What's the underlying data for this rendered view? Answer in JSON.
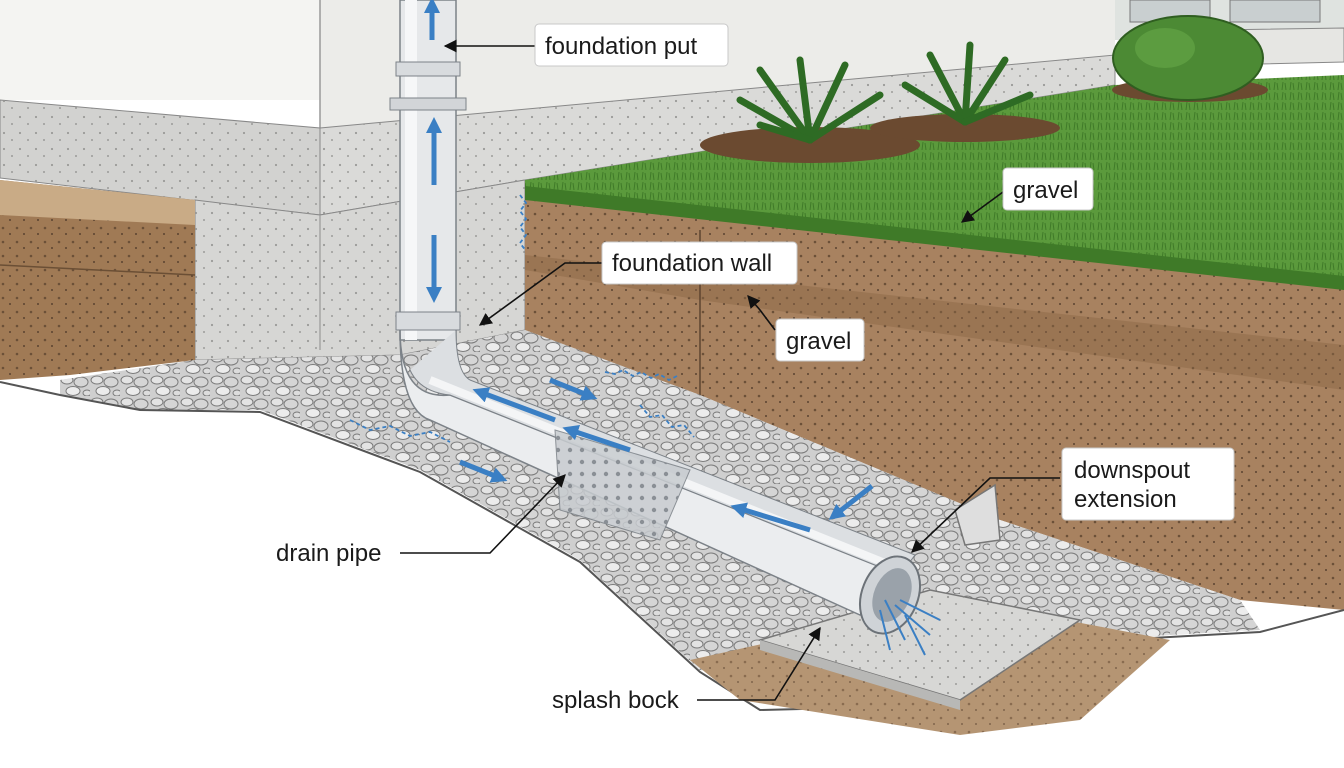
{
  "labels": {
    "foundation_put": "foundation put",
    "gravel_top": "gravel",
    "foundation_wall": "foundation wall",
    "gravel_mid": "gravel",
    "downspout_extension_line1": "downspout",
    "downspout_extension_line2": "extension",
    "drain_pipe": "drain pipe",
    "splash_bock": "splash bock"
  },
  "colors": {
    "water_arrow": "#3a7fc4",
    "grass": "#5b9a3c",
    "soil": "#a07a55",
    "concrete": "#d8d8d6",
    "gravel": "#cfcfcf",
    "pipe": "#e8eaec"
  }
}
